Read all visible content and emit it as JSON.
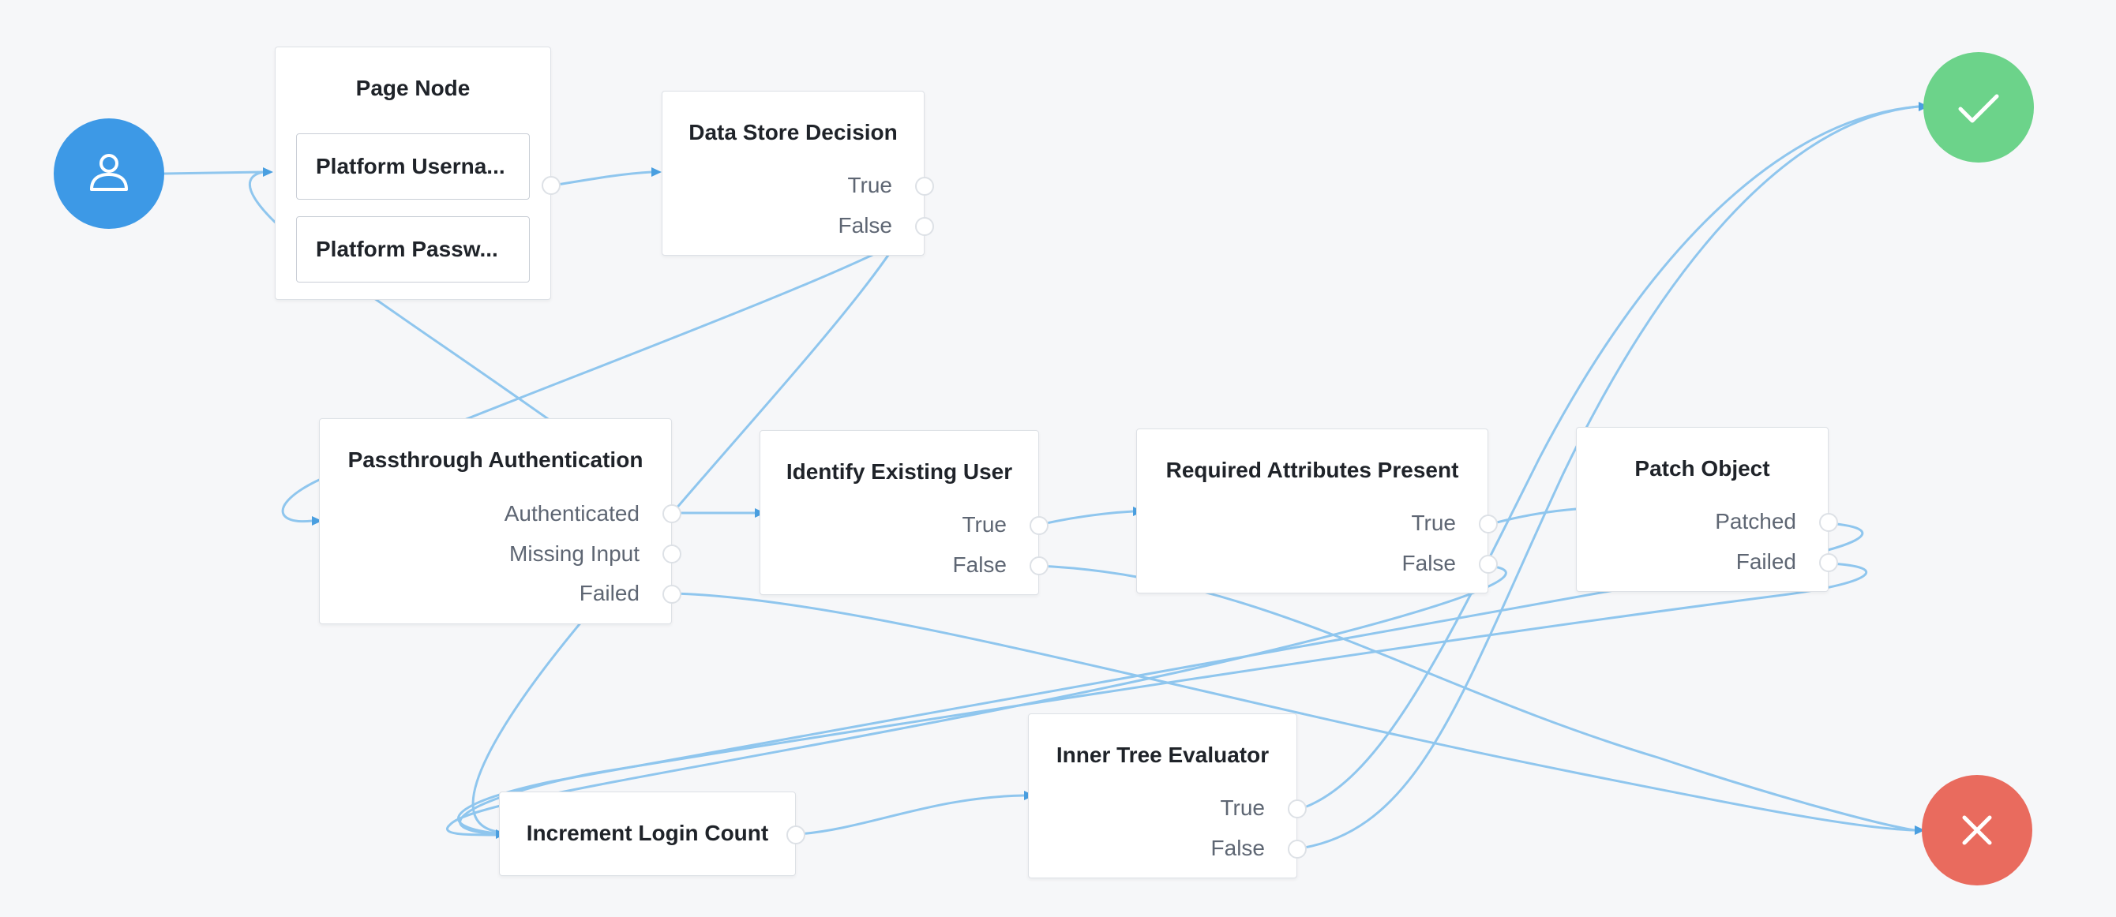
{
  "start_node": {
    "icon": "user-icon",
    "color": "#3d99e6"
  },
  "success_node": {
    "icon": "check-icon",
    "color": "#6cd38a"
  },
  "failure_node": {
    "icon": "close-icon",
    "color": "#e96b5e"
  },
  "colors": {
    "edge": "#8fc6ee",
    "arrow": "#4a9fe0"
  },
  "nodes": {
    "page_node": {
      "title": "Page Node",
      "children": [
        "Platform Userna...",
        "Platform Passw..."
      ]
    },
    "data_store_decision": {
      "title": "Data Store Decision",
      "outcomes": [
        "True",
        "False"
      ]
    },
    "passthrough_authentication": {
      "title": "Passthrough Authentication",
      "outcomes": [
        "Authenticated",
        "Missing Input",
        "Failed"
      ]
    },
    "identify_existing_user": {
      "title": "Identify Existing User",
      "outcomes": [
        "True",
        "False"
      ]
    },
    "required_attributes_present": {
      "title": "Required Attributes Present",
      "outcomes": [
        "True",
        "False"
      ]
    },
    "patch_object": {
      "title": "Patch Object",
      "outcomes": [
        "Patched",
        "Failed"
      ]
    },
    "increment_login_count": {
      "title": "Increment Login Count"
    },
    "inner_tree_evaluator": {
      "title": "Inner Tree Evaluator",
      "outcomes": [
        "True",
        "False"
      ]
    }
  }
}
